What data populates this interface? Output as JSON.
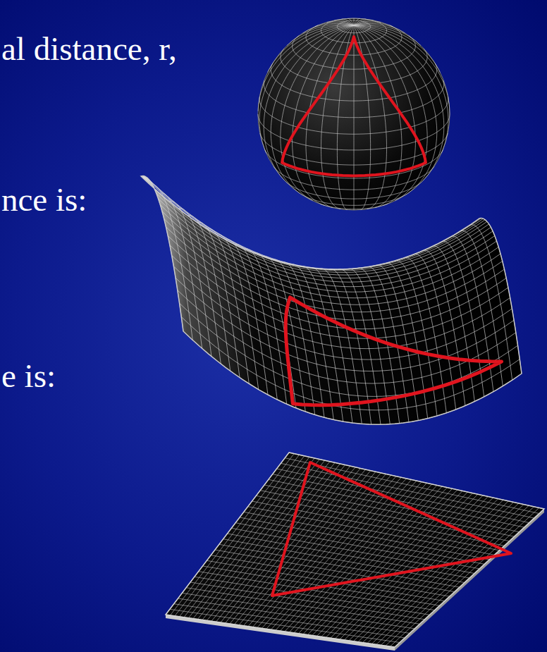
{
  "diagram": {
    "labels": [
      "al distance, r,",
      "nce is:",
      "e is:"
    ]
  }
}
